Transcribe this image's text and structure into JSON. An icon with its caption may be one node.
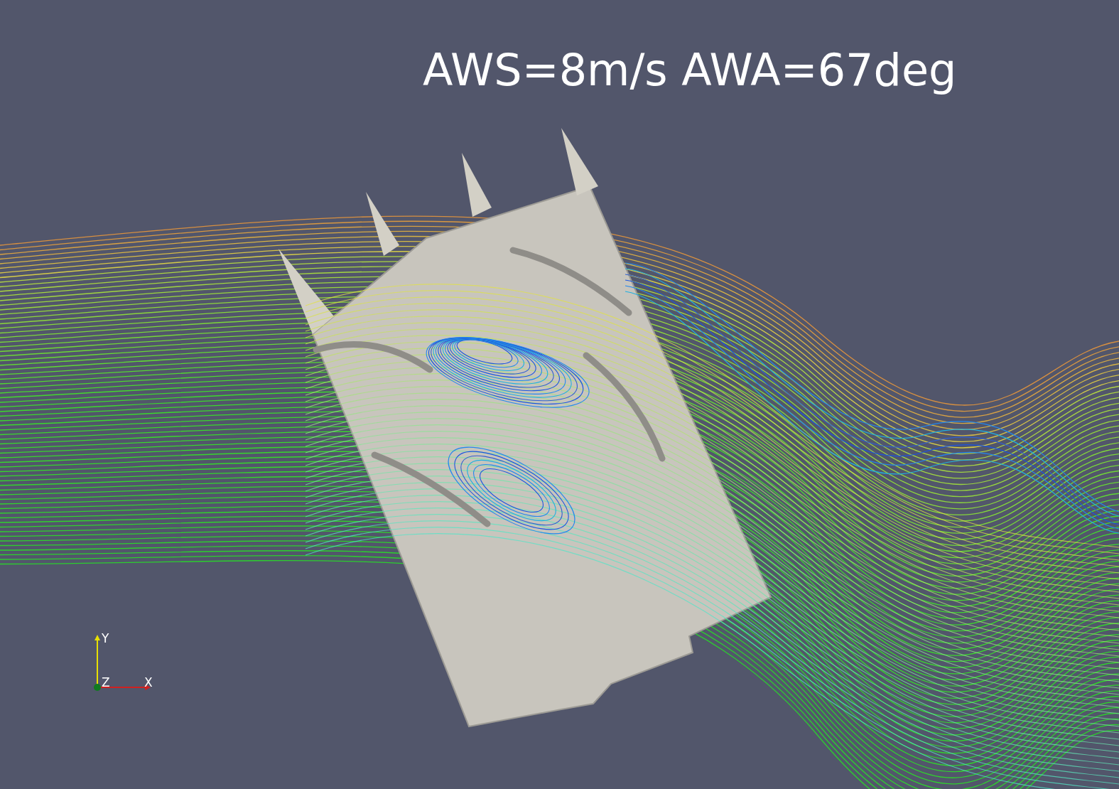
{
  "diagram": {
    "title": "AWS=8m/s AWA=67deg",
    "labels": [
      "Y",
      "Z",
      "X"
    ]
  }
}
